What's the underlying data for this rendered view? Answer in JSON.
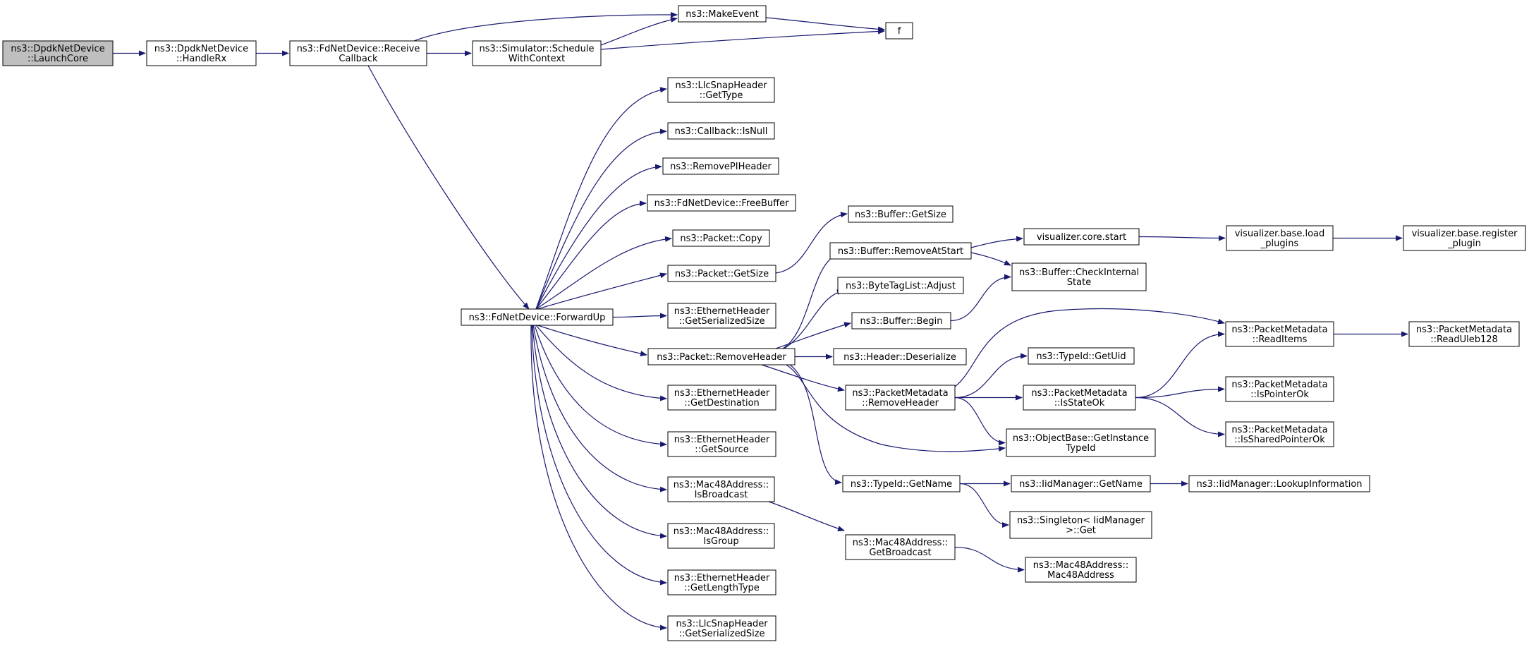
{
  "colors": {
    "edge": "#191970",
    "node_border": "#000000",
    "root_fill": "#bfbfbf",
    "node_fill": "#ffffff"
  },
  "nodes": [
    {
      "id": "launch",
      "lines": [
        "ns3::DpdkNetDevice",
        "::LaunchCore"
      ],
      "root": true
    },
    {
      "id": "handlerx",
      "lines": [
        "ns3::DpdkNetDevice",
        "::HandleRx"
      ]
    },
    {
      "id": "receivecb",
      "lines": [
        "ns3::FdNetDevice::Receive",
        "Callback"
      ]
    },
    {
      "id": "schedule",
      "lines": [
        "ns3::Simulator::Schedule",
        "WithContext"
      ]
    },
    {
      "id": "makeevent",
      "lines": [
        "ns3::MakeEvent"
      ]
    },
    {
      "id": "f",
      "lines": [
        "f"
      ]
    },
    {
      "id": "forwardup",
      "lines": [
        "ns3::FdNetDevice::ForwardUp"
      ]
    },
    {
      "id": "llcgettype",
      "lines": [
        "ns3::LlcSnapHeader",
        "::GetType"
      ]
    },
    {
      "id": "cbisnull",
      "lines": [
        "ns3::Callback::IsNull"
      ]
    },
    {
      "id": "removepi",
      "lines": [
        "ns3::RemovePIHeader"
      ]
    },
    {
      "id": "freebuffer",
      "lines": [
        "ns3::FdNetDevice::FreeBuffer"
      ]
    },
    {
      "id": "pktcopy",
      "lines": [
        "ns3::Packet::Copy"
      ]
    },
    {
      "id": "pktgetsize",
      "lines": [
        "ns3::Packet::GetSize"
      ]
    },
    {
      "id": "ethsersize",
      "lines": [
        "ns3::EthernetHeader",
        "::GetSerializedSize"
      ]
    },
    {
      "id": "removeheader",
      "lines": [
        "ns3::Packet::RemoveHeader"
      ]
    },
    {
      "id": "ethdest",
      "lines": [
        "ns3::EthernetHeader",
        "::GetDestination"
      ]
    },
    {
      "id": "ethsrc",
      "lines": [
        "ns3::EthernetHeader",
        "::GetSource"
      ]
    },
    {
      "id": "isbroadcast",
      "lines": [
        "ns3::Mac48Address::",
        "IsBroadcast"
      ]
    },
    {
      "id": "isgroup",
      "lines": [
        "ns3::Mac48Address::",
        "IsGroup"
      ]
    },
    {
      "id": "ethlentype",
      "lines": [
        "ns3::EthernetHeader",
        "::GetLengthType"
      ]
    },
    {
      "id": "llcsersize",
      "lines": [
        "ns3::LlcSnapHeader",
        "::GetSerializedSize"
      ]
    },
    {
      "id": "bufgetsize",
      "lines": [
        "ns3::Buffer::GetSize"
      ]
    },
    {
      "id": "bufremovestart",
      "lines": [
        "ns3::Buffer::RemoveAtStart"
      ]
    },
    {
      "id": "bytetagadjust",
      "lines": [
        "ns3::ByteTagList::Adjust"
      ]
    },
    {
      "id": "bufbegin",
      "lines": [
        "ns3::Buffer::Begin"
      ]
    },
    {
      "id": "hdrdeser",
      "lines": [
        "ns3::Header::Deserialize"
      ]
    },
    {
      "id": "pmremoveheader",
      "lines": [
        "ns3::PacketMetadata",
        "::RemoveHeader"
      ]
    },
    {
      "id": "typeidgetname",
      "lines": [
        "ns3::TypeId::GetName"
      ]
    },
    {
      "id": "getbroadcast",
      "lines": [
        "ns3::Mac48Address::",
        "GetBroadcast"
      ]
    },
    {
      "id": "vizstart",
      "lines": [
        "visualizer.core.start"
      ]
    },
    {
      "id": "bufcheck",
      "lines": [
        "ns3::Buffer::CheckInternal",
        "State"
      ]
    },
    {
      "id": "typeidgetuid",
      "lines": [
        "ns3::TypeId::GetUid"
      ]
    },
    {
      "id": "pmisstateok",
      "lines": [
        "ns3::PacketMetadata",
        "::IsStateOk"
      ]
    },
    {
      "id": "objgettypeid",
      "lines": [
        "ns3::ObjectBase::GetInstance",
        "TypeId"
      ]
    },
    {
      "id": "iidgetname",
      "lines": [
        "ns3::IidManager::GetName"
      ]
    },
    {
      "id": "singletonget",
      "lines": [
        "ns3::Singleton< IidManager",
        " >::Get"
      ]
    },
    {
      "id": "mac48ctor",
      "lines": [
        "ns3::Mac48Address::",
        "Mac48Address"
      ]
    },
    {
      "id": "vizloadplugins",
      "lines": [
        "visualizer.base.load",
        "_plugins"
      ]
    },
    {
      "id": "pmreaditems",
      "lines": [
        "ns3::PacketMetadata",
        "::ReadItems"
      ]
    },
    {
      "id": "pmispointerok",
      "lines": [
        "ns3::PacketMetadata",
        "::IsPointerOk"
      ]
    },
    {
      "id": "pmissharedok",
      "lines": [
        "ns3::PacketMetadata",
        "::IsSharedPointerOk"
      ]
    },
    {
      "id": "iidlookup",
      "lines": [
        "ns3::IidManager::LookupInformation"
      ]
    },
    {
      "id": "vizregister",
      "lines": [
        "visualizer.base.register",
        "_plugin"
      ]
    },
    {
      "id": "pmreaduleb",
      "lines": [
        "ns3::PacketMetadata",
        "::ReadUleb128"
      ]
    }
  ],
  "edges": [
    [
      "launch",
      "handlerx"
    ],
    [
      "handlerx",
      "receivecb"
    ],
    [
      "receivecb",
      "makeevent"
    ],
    [
      "receivecb",
      "schedule"
    ],
    [
      "receivecb",
      "forwardup"
    ],
    [
      "schedule",
      "makeevent"
    ],
    [
      "schedule",
      "f"
    ],
    [
      "makeevent",
      "f"
    ],
    [
      "forwardup",
      "llcgettype"
    ],
    [
      "forwardup",
      "cbisnull"
    ],
    [
      "forwardup",
      "removepi"
    ],
    [
      "forwardup",
      "freebuffer"
    ],
    [
      "forwardup",
      "pktcopy"
    ],
    [
      "forwardup",
      "pktgetsize"
    ],
    [
      "forwardup",
      "ethsersize"
    ],
    [
      "forwardup",
      "removeheader"
    ],
    [
      "forwardup",
      "ethdest"
    ],
    [
      "forwardup",
      "ethsrc"
    ],
    [
      "forwardup",
      "isbroadcast"
    ],
    [
      "forwardup",
      "isgroup"
    ],
    [
      "forwardup",
      "ethlentype"
    ],
    [
      "forwardup",
      "llcsersize"
    ],
    [
      "pktgetsize",
      "bufgetsize"
    ],
    [
      "removeheader",
      "bufremovestart"
    ],
    [
      "removeheader",
      "bytetagadjust"
    ],
    [
      "removeheader",
      "bufbegin"
    ],
    [
      "removeheader",
      "hdrdeser"
    ],
    [
      "removeheader",
      "pmremoveheader"
    ],
    [
      "removeheader",
      "objgettypeid"
    ],
    [
      "removeheader",
      "typeidgetname"
    ],
    [
      "isbroadcast",
      "getbroadcast"
    ],
    [
      "bufremovestart",
      "vizstart"
    ],
    [
      "bufremovestart",
      "bufcheck"
    ],
    [
      "bufbegin",
      "bufcheck"
    ],
    [
      "pmremoveheader",
      "pmreaditems"
    ],
    [
      "pmremoveheader",
      "typeidgetuid"
    ],
    [
      "pmremoveheader",
      "pmisstateok"
    ],
    [
      "pmremoveheader",
      "objgettypeid"
    ],
    [
      "typeidgetname",
      "iidgetname"
    ],
    [
      "typeidgetname",
      "singletonget"
    ],
    [
      "getbroadcast",
      "mac48ctor"
    ],
    [
      "vizstart",
      "vizloadplugins"
    ],
    [
      "vizloadplugins",
      "vizregister"
    ],
    [
      "pmisstateok",
      "pmreaditems"
    ],
    [
      "pmisstateok",
      "pmispointerok"
    ],
    [
      "pmisstateok",
      "pmissharedok"
    ],
    [
      "iidgetname",
      "iidlookup"
    ],
    [
      "pmreaditems",
      "pmreaduleb"
    ]
  ]
}
